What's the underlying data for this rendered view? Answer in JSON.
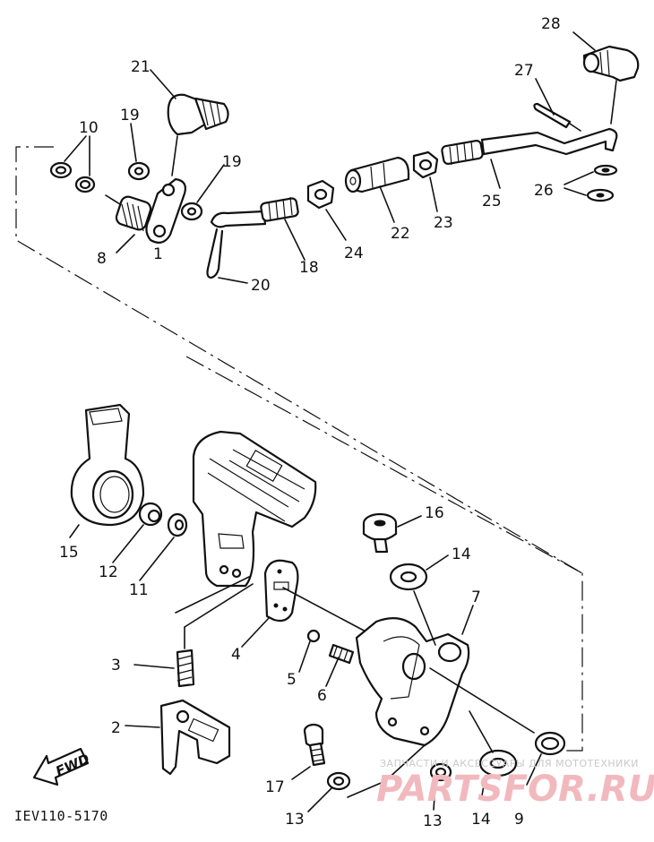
{
  "diagram_code": "IEV110-5170",
  "fwd_label": "FWD",
  "watermark": {
    "caption": "ЗАПЧАСТИ И АКСЕССУАРЫ ДЛЯ МОТОТЕХНИКИ",
    "brand": "PARTSFOR.RU"
  },
  "labels": {
    "p1": "1",
    "p2": "2",
    "p3": "3",
    "p4": "4",
    "p5": "5",
    "p6": "6",
    "p7": "7",
    "p8": "8",
    "p9": "9",
    "p10": "10",
    "p11": "11",
    "p12": "12",
    "p13a": "13",
    "p13b": "13",
    "p14a": "14",
    "p14b": "14",
    "p15": "15",
    "p16": "16",
    "p17": "17",
    "p18": "18",
    "p19a": "19",
    "p19b": "19",
    "p20": "20",
    "p21": "21",
    "p22": "22",
    "p23": "23",
    "p24": "24",
    "p25": "25",
    "p26": "26",
    "p27": "27",
    "p28": "28"
  }
}
